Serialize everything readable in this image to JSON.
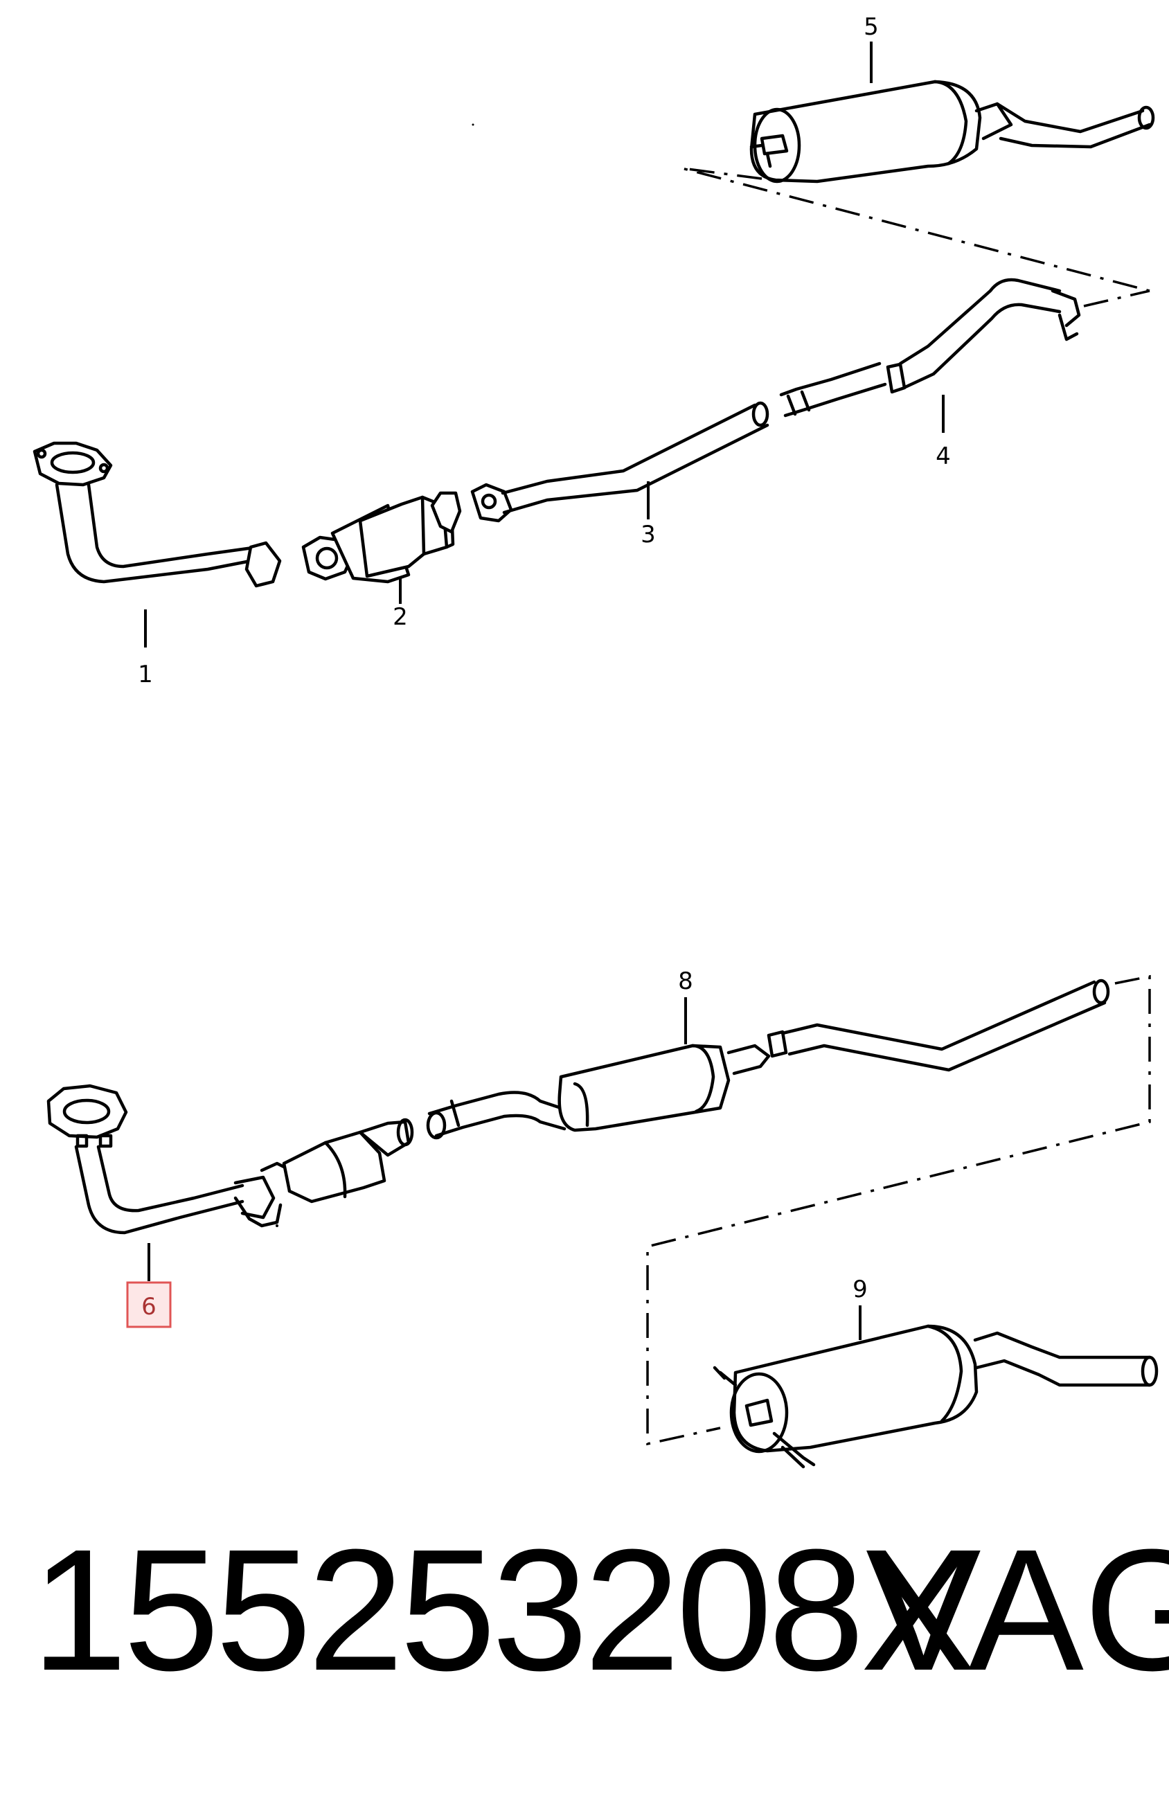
{
  "callouts": {
    "c1": "1",
    "c2": "2",
    "c3": "3",
    "c4": "4",
    "c5": "5",
    "c6": "6",
    "c8": "8",
    "c9": "9"
  },
  "highlighted_callout": "6",
  "footer": {
    "part_number": "155253208X",
    "brand": "VAG"
  },
  "colors": {
    "highlight_border": "#e05555",
    "highlight_fill": "#fde7e7"
  }
}
